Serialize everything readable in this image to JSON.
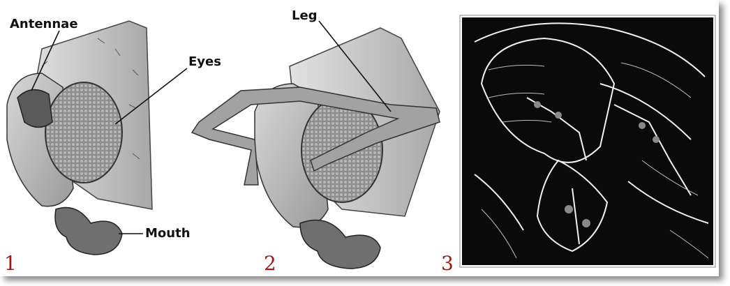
{
  "labels": {
    "antennae": "Antennae",
    "eyes": "Eyes",
    "mouth": "Mouth",
    "leg": "Leg"
  },
  "panel_numbers": [
    "1",
    "2",
    "3"
  ],
  "colors": {
    "label_text": "#111111",
    "panel_number": "#a01a1a",
    "sem_background": "#0a0a0a"
  }
}
